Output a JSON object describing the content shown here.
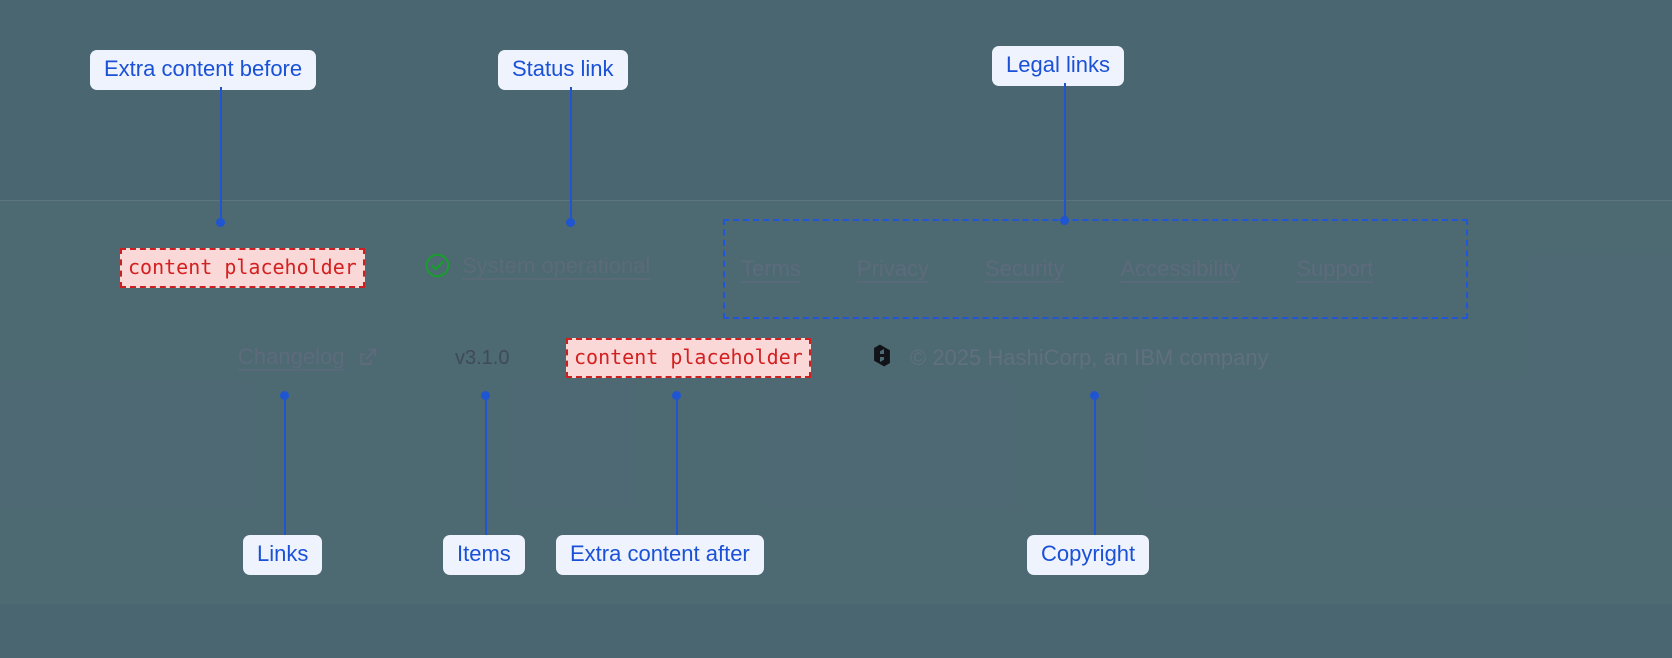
{
  "page": {
    "background_color": "#4a6670",
    "accent_color": "#1f55d0",
    "annotation_bg": "#eef3fd",
    "placeholder_color": "#d32020",
    "placeholder_bg": "#fbd8d8",
    "status_ok_color": "#1a9c30"
  },
  "footer": {
    "extra_content_before": {
      "text": "content placeholder"
    },
    "extra_content_after": {
      "text": "content placeholder"
    },
    "status": {
      "label": "System operational",
      "icon": "check-circle-icon",
      "icon_color": "#1a9c30"
    },
    "legal_links": [
      {
        "label": "Terms"
      },
      {
        "label": "Privacy"
      },
      {
        "label": "Security"
      },
      {
        "label": "Accessibility"
      },
      {
        "label": "Support"
      }
    ],
    "links": [
      {
        "label": "Changelog",
        "icon": "external-link-icon"
      }
    ],
    "version": {
      "label": "v3.1.0"
    },
    "copyright": {
      "logo": "hashicorp-logo",
      "text": "© 2025 HashiCorp, an IBM company"
    }
  },
  "annotations": [
    {
      "id": "extra-content-before",
      "label": "Extra content before"
    },
    {
      "id": "status-link",
      "label": "Status link"
    },
    {
      "id": "legal-links",
      "label": "Legal links"
    },
    {
      "id": "links",
      "label": "Links"
    },
    {
      "id": "items",
      "label": "Items"
    },
    {
      "id": "extra-content-after",
      "label": "Extra content after"
    },
    {
      "id": "copyright",
      "label": "Copyright"
    }
  ]
}
